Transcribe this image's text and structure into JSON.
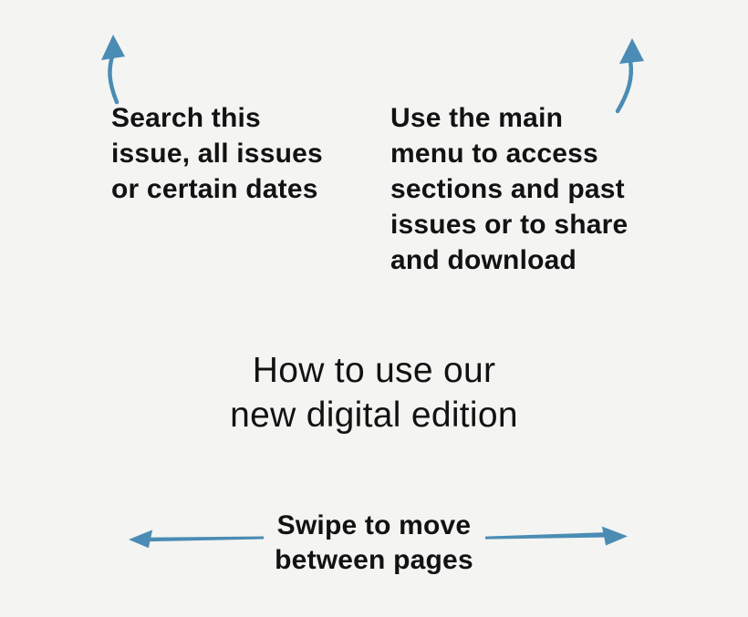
{
  "page": {
    "kind": "digital-edition tutorial overlay",
    "title_line1": "How to use our",
    "title_line2": "new digital edition"
  },
  "annotations": {
    "search": {
      "target": "search control (top left)",
      "lines": [
        "Search this",
        "issue, all issues",
        "or certain dates"
      ]
    },
    "menu": {
      "target": "main menu (top right)",
      "lines": [
        "Use the main",
        "menu to access",
        "sections and past",
        "issues or to share",
        "and download"
      ]
    },
    "swipe": {
      "target": "page swipe gesture (bottom)",
      "lines": [
        "Swipe to move",
        "between pages"
      ]
    }
  },
  "icons": {
    "up_arrow_left": "hand-drawn curved arrow pointing up",
    "up_arrow_right": "hand-drawn curved arrow pointing up",
    "swipe_arrow_left": "hand-drawn arrow pointing left",
    "swipe_arrow_right": "hand-drawn arrow pointing right"
  },
  "colors": {
    "background": "#f4f4f2",
    "text": "#121212",
    "arrow_blue": "#4a8cb4"
  }
}
